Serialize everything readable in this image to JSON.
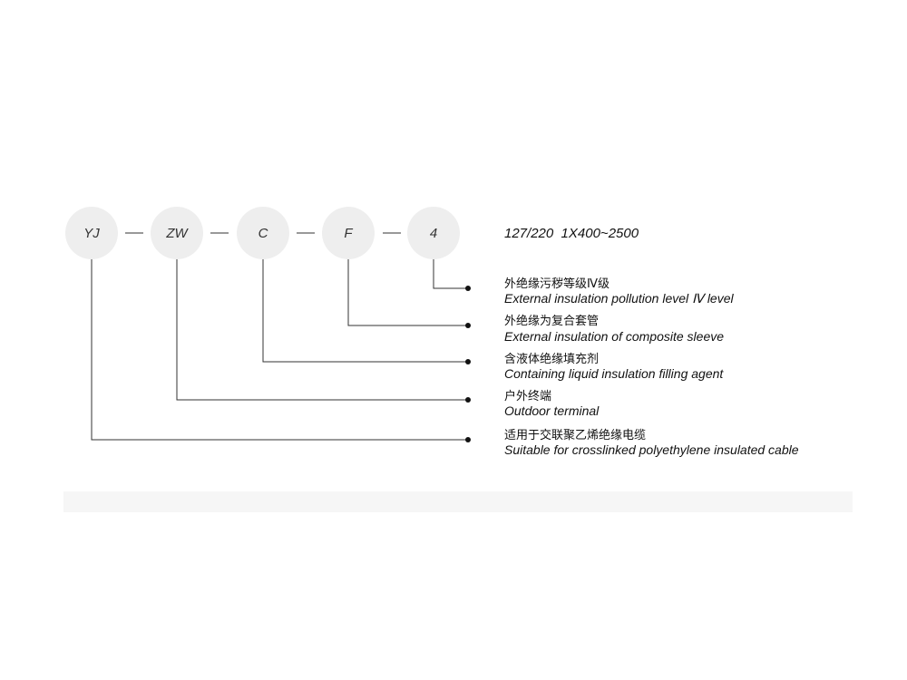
{
  "model_code": {
    "parts": [
      {
        "code": "YJ",
        "label_cn": "适用于交联聚乙烯绝缘电缆",
        "label_en": "Suitable for crosslinked polyethylene insulated cable"
      },
      {
        "code": "ZW",
        "label_cn": "户外终端",
        "label_en": "Outdoor terminal"
      },
      {
        "code": "C",
        "label_cn": "含液体绝缘填充剂",
        "label_en": "Containing liquid insulation filling agent"
      },
      {
        "code": "F",
        "label_cn": "外绝缘为复合套管",
        "label_en": "External insulation of composite sleeve"
      },
      {
        "code": "4",
        "label_cn": "外绝缘污秽等级Ⅳ级",
        "label_en": "External insulation pollution level Ⅳ level"
      }
    ],
    "spec": "127/220  1X400~2500"
  }
}
